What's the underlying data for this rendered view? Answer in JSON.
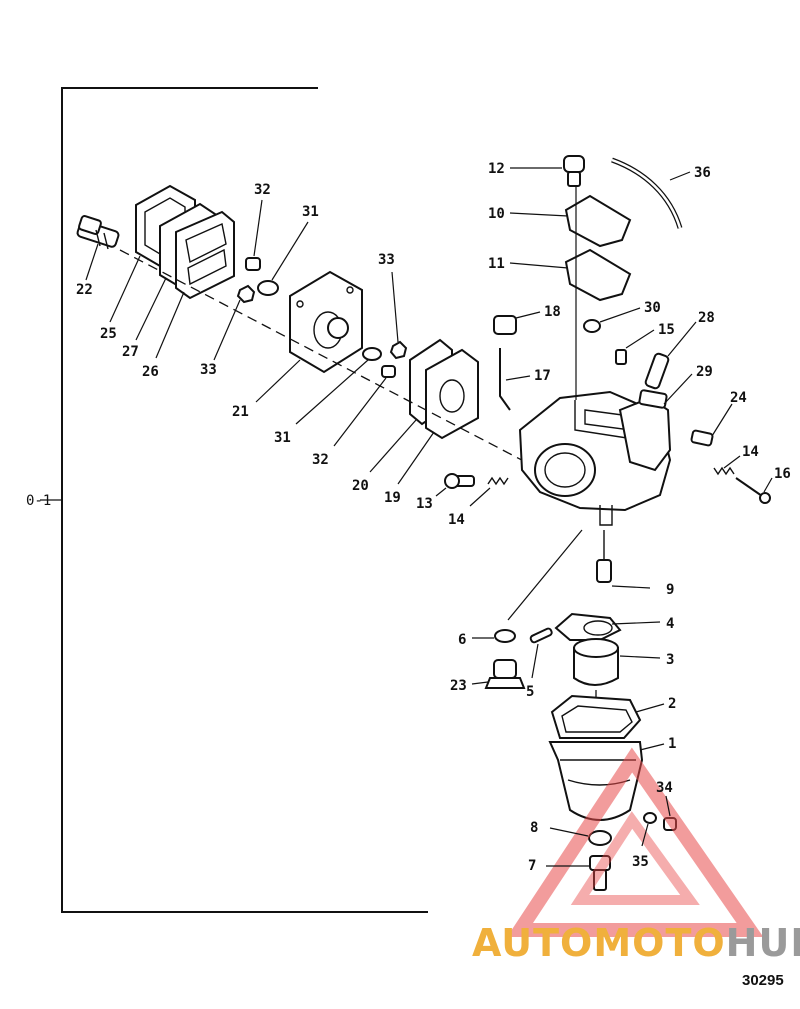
{
  "side_label": "0-1",
  "figure_number": "30295",
  "watermark": {
    "text_part1": "AUTOMOTO",
    "text_part2": "HUB",
    "color_part1": "#f0b03c",
    "color_part2": "#9a9a9a",
    "triangle_color": "#e84a4a"
  },
  "callouts": {
    "c1": "1",
    "c2": "2",
    "c3": "3",
    "c4": "4",
    "c5": "5",
    "c6": "6",
    "c7": "7",
    "c8": "8",
    "c9": "9",
    "c10": "10",
    "c11": "11",
    "c12": "12",
    "c13": "13",
    "c14a": "14",
    "c14b": "14",
    "c15": "15",
    "c16": "16",
    "c17": "17",
    "c18": "18",
    "c19": "19",
    "c20": "20",
    "c21": "21",
    "c22": "22",
    "c23": "23",
    "c24": "24",
    "c25": "25",
    "c26": "26",
    "c27": "27",
    "c28": "28",
    "c29": "29",
    "c30": "30",
    "c31a": "31",
    "c31b": "31",
    "c32a": "32",
    "c32b": "32",
    "c33a": "33",
    "c33b": "33",
    "c34": "34",
    "c35": "35",
    "c36": "36"
  }
}
